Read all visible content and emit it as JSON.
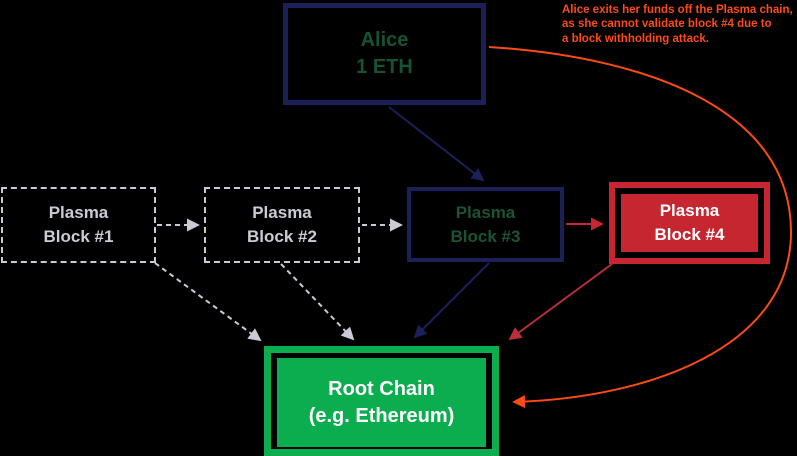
{
  "page": {
    "background": "#000000"
  },
  "colors": {
    "navy": "#1b2058",
    "dark_green_text": "#175231",
    "gray": "#c9ccd6",
    "red": "#c5262f",
    "dark_red": "#bb2f38",
    "bright_green": "#0bad4e",
    "orange": "#fb4b16",
    "white": "#ffffff"
  },
  "nodes": {
    "alice": {
      "line1": "Alice",
      "line2": "1 ETH"
    },
    "block1": {
      "line1": "Plasma",
      "line2": "Block #1"
    },
    "block2": {
      "line1": "Plasma",
      "line2": "Block #2"
    },
    "block3": {
      "line1": "Plasma",
      "line2": "Block #3"
    },
    "block4": {
      "line1": "Plasma",
      "line2": "Block #4"
    },
    "root_chain": {
      "line1": "Root Chain",
      "line2": "(e.g. Ethereum)"
    }
  },
  "annotation": {
    "line1": "Alice exits her funds off the Plasma chain,",
    "line2": "as she cannot validate block #4 due to",
    "line3": "a block withholding attack."
  },
  "edges": [
    {
      "from": "block1",
      "to": "block2",
      "style": "dashed",
      "color": "gray"
    },
    {
      "from": "block2",
      "to": "block3",
      "style": "dashed",
      "color": "gray"
    },
    {
      "from": "block3",
      "to": "block4",
      "style": "solid",
      "color": "red"
    },
    {
      "from": "alice",
      "to": "block3",
      "style": "solid",
      "color": "navy"
    },
    {
      "from": "block1",
      "to": "root_chain",
      "style": "dashed",
      "color": "gray"
    },
    {
      "from": "block2",
      "to": "root_chain",
      "style": "dashed",
      "color": "gray"
    },
    {
      "from": "block3",
      "to": "root_chain",
      "style": "solid",
      "color": "navy"
    },
    {
      "from": "block4",
      "to": "root_chain",
      "style": "solid",
      "color": "dark_red"
    },
    {
      "from": "alice",
      "to": "root_chain",
      "style": "curved",
      "color": "orange"
    }
  ]
}
